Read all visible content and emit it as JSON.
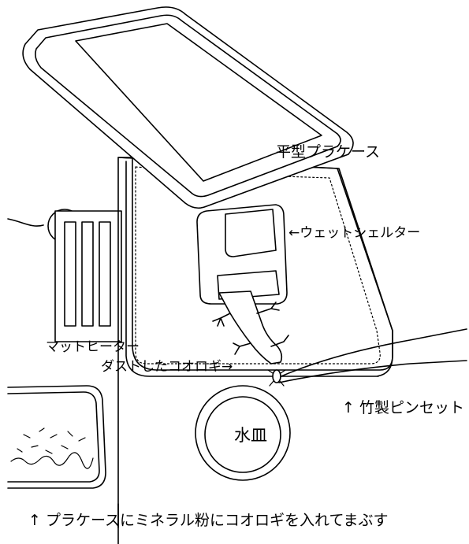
{
  "labels": {
    "flat_lid_case": "平型プラケース",
    "wet_shelter": "←ウェットシェルター",
    "mat_heater": "マットヒーター",
    "dusted_cricket": "ダストしたコオロギ→",
    "bamboo_tweezers": "↑ 竹製ピンセット",
    "water_bowl": "水皿",
    "caption": "↑ プラケースにミネラル粉にコオロギを入れてまぶす"
  },
  "colors": {
    "line": "#000000",
    "background": "#ffffff"
  }
}
